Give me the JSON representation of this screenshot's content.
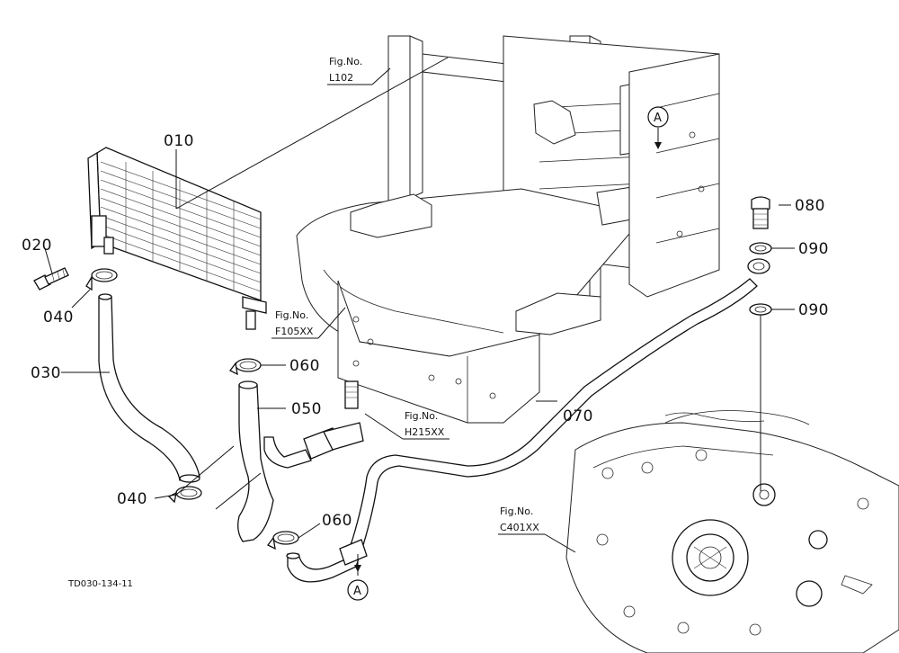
{
  "diagram_code": "TD030-134-11",
  "fig_refs": [
    {
      "id": "L102",
      "prefix": "Fig.No.",
      "code": "L102"
    },
    {
      "id": "F105XX",
      "prefix": "Fig.No.",
      "code": "F105XX"
    },
    {
      "id": "H215XX",
      "prefix": "Fig.No.",
      "code": "H215XX"
    },
    {
      "id": "C401XX",
      "prefix": "Fig.No.",
      "code": "C401XX"
    }
  ],
  "parts": {
    "p010": "010",
    "p020": "020",
    "p030": "030",
    "p040a": "040",
    "p040b": "040",
    "p050": "050",
    "p060a": "060",
    "p060b": "060",
    "p070": "070",
    "p080": "080",
    "p090a": "090",
    "p090b": "090"
  },
  "markers": {
    "top": "A",
    "bottom": "A"
  }
}
